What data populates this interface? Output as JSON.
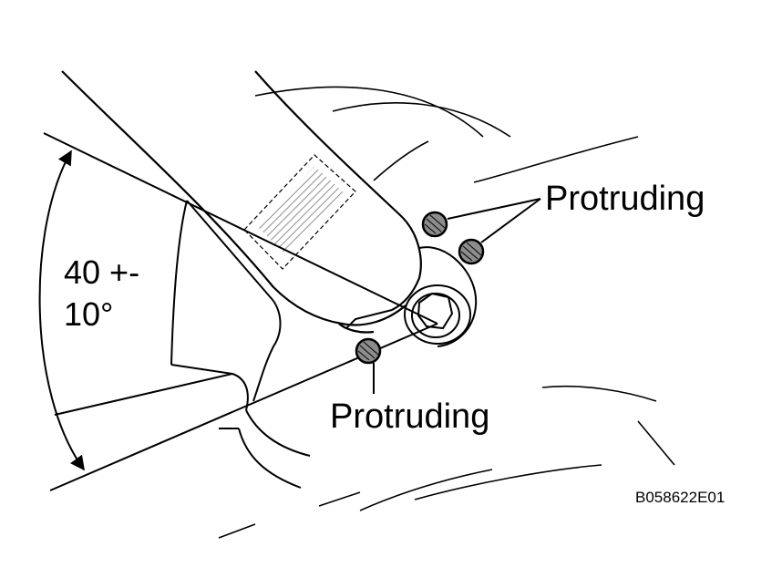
{
  "angle_label": {
    "line1": "40 +-",
    "line2": "10°"
  },
  "protruding_labels": {
    "upper": "Protruding",
    "lower": "Protruding"
  },
  "figure_code": "B058622E01",
  "colors": {
    "ink": "#000000",
    "background": "#ffffff",
    "marker_fill": "#8c8c8c"
  }
}
